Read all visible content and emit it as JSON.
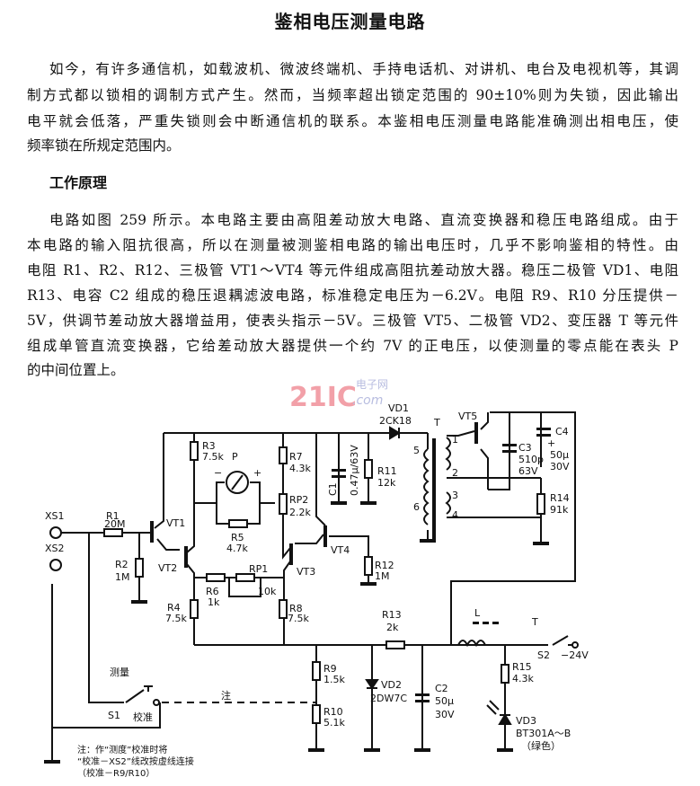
{
  "title": "鉴相电压测量电路",
  "intro_lines": [
    "如今，有许多通信机，如载波机、微波终端机、手持电话机、对讲机、电台及电视机等，其调",
    "制方式都以锁相的调制方式产生。然而，当频率超出锁定范围的 90±10%则为失锁，因此输出",
    "电平就会低落，严重失锁则会中断通信机的联系。本鉴相电压测量电路能准确测出相电压，使",
    "频率锁在所规定范围内。"
  ],
  "section_heading": "工作原理",
  "principle_lines": [
    "电路如图 259 所示。本电路主要由高阻差动放大电路、直流变换器和稳压电路组成。由于",
    "本电路的输入阻抗很高，所以在测量被测鉴相电路的输出电压时，几乎不影响鉴相的特性。由",
    "电阻 R1、R2、R12、三极管 VT1～VT4 等元件组成高阻抗差动放大器。稳压二极管 VD1、电阻",
    "R13、电容 C2 组成的稳压退耦滤波电路，标准稳定电压为－6.2V。电阻 R9、R10 分压提供－",
    "5V，供调节差动放大器增益用，使表头指示－5V。三极管 VT5、二极管 VD2、变压器 T 等元件",
    "组成单管直流变换器，它给差动放大器提供一个约 7V 的正电压，以使测量的零点能在表头 P",
    "的中间位置上。"
  ],
  "watermark": {
    "brand": "21IC",
    "sub": "电子网",
    "domain": ".com",
    "color": "#f2a0a8",
    "sub_color": "#b8bde0"
  },
  "circuit": {
    "XS1": "XS1",
    "XS2": "XS2",
    "R1": "R1",
    "R1v": "20M",
    "R2": "R2",
    "R2v": "1M",
    "R3": "R3",
    "R3v": "7.5k",
    "R4": "R4",
    "R4v": "7.5k",
    "R5": "R5",
    "R5v": "4.7k",
    "R6": "R6",
    "R6v": "1k",
    "R7": "R7",
    "R7v": "4.3k",
    "R8": "R8",
    "R8v": "7.5k",
    "R9": "R9",
    "R9v": "1.5k",
    "R10": "R10",
    "R10v": "5.1k",
    "R11": "R11",
    "R11v": "12k",
    "R12": "R12",
    "R12v": "1M",
    "R13": "R13",
    "R13v": "2k",
    "R14": "R14",
    "R14v": "91k",
    "R15": "R15",
    "R15v": "4.3k",
    "RP1": "RP1",
    "RP1v": "10k",
    "RP2": "RP2",
    "RP2v": "2.2k",
    "VT1": "VT1",
    "VT2": "VT2",
    "VT3": "VT3",
    "VT4": "VT4",
    "VT5": "VT5",
    "P": "P",
    "minus": "−",
    "plus": "+",
    "C1": "C1",
    "C1v": "0.47μ/63V",
    "C2": "C2",
    "C2v1": "50μ",
    "C2v2": "30V",
    "C3": "C3",
    "C3v1": "510p",
    "C3v2": "63V",
    "C4": "C4",
    "C4v1": "50μ",
    "C4v2": "30V",
    "C4plus": "+",
    "VD1": "VD1",
    "VD1v": "2CK18",
    "VD2": "VD2",
    "VD2v": "2DW7C",
    "VD3": "VD3",
    "VD3v": "BT301A～B",
    "VD3c": "（绿色）",
    "T": "T",
    "T5": "5",
    "T6": "6",
    "T1": "1",
    "T2": "2",
    "T3": "3",
    "T4": "4",
    "L": "L",
    "S1": "S1",
    "S2": "S2",
    "S2T": "T",
    "supply": "−24V",
    "measure": "测量",
    "calibrate": "校准",
    "note_mark": "注",
    "note": [
      "注：作“测度”校准时将",
      "“校准－XS2”线改按虚线连接",
      "（校准－R9/R10）"
    ]
  }
}
